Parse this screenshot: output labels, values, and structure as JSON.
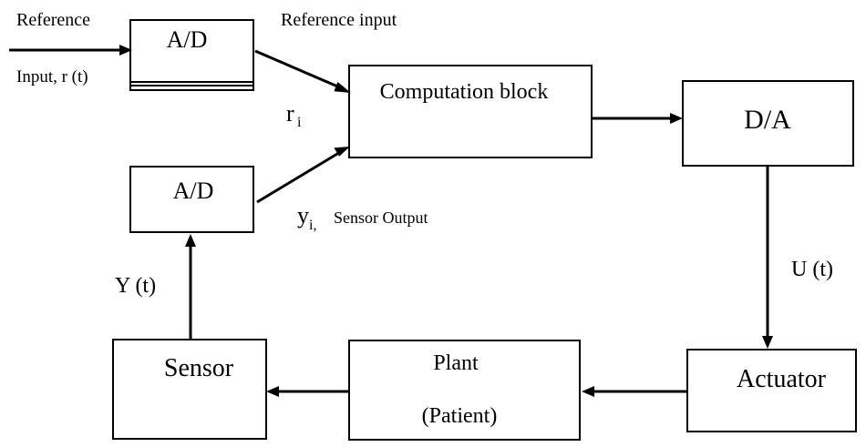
{
  "labels": {
    "reference": "Reference",
    "reference_input_signal": "Input, r (t)",
    "reference_input": "Reference input",
    "r_main": "r",
    "r_sub": "i",
    "y_main": "y",
    "y_sub": "i,",
    "sensor_output": "Sensor Output",
    "y_t": "Y (t)",
    "u_t": "U (t)"
  },
  "blocks": {
    "ad_reference": "A/D",
    "ad_sensor": "A/D",
    "computation": "Computation block",
    "da": "D/A",
    "actuator": "Actuator",
    "plant_line1": "Plant",
    "plant_line2": "(Patient)",
    "sensor": "Sensor"
  }
}
